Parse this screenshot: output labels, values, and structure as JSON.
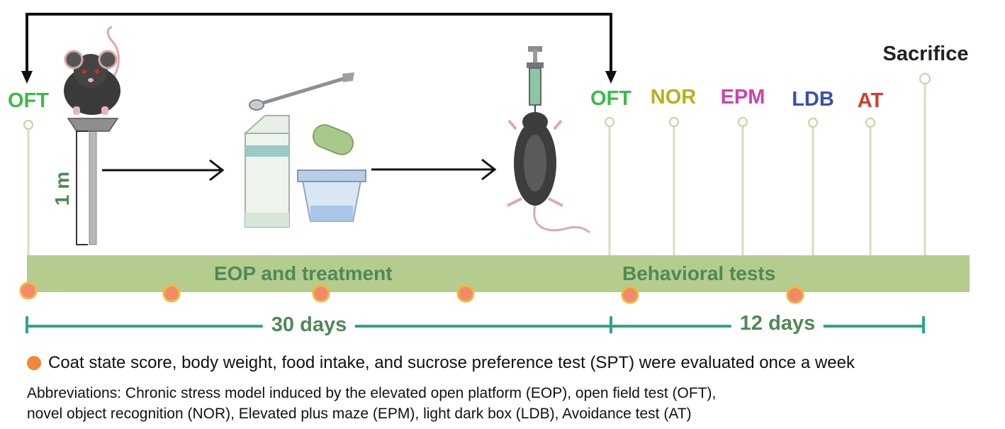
{
  "timeline": {
    "labels": [
      {
        "text": "OFT",
        "color": "#3dbb45"
      },
      {
        "text": "OFT",
        "color": "#3dbb45"
      },
      {
        "text": "NOR",
        "color": "#b6b020"
      },
      {
        "text": "EPM",
        "color": "#cc44aa"
      },
      {
        "text": "LDB",
        "color": "#3a4fb0"
      },
      {
        "text": "AT",
        "color": "#d23c2a"
      },
      {
        "text": "Sacrifice",
        "color": "#222222"
      }
    ],
    "height_label": "1 m",
    "band_left": "EOP and treatment",
    "band_right": "Behavioral tests",
    "span_left": "30 days",
    "span_right": "12 days"
  },
  "legend": {
    "marker_color": "#f0873a",
    "text": "Coat state score, body weight, food intake, and sucrose preference test (SPT) were evaluated once a week"
  },
  "abbreviations": {
    "line1": "Abbreviations: Chronic stress model induced by the elevated open platform (EOP), open field test (OFT),",
    "line2": "novel object recognition (NOR), Elevated plus maze (EPM), light dark box (LDB),  Avoidance test (AT)"
  },
  "colors": {
    "band": "#b5cc8f",
    "stem": "#dde5c8",
    "span_line": "#2aa58e",
    "weekly_dot": "#f08a6a"
  }
}
